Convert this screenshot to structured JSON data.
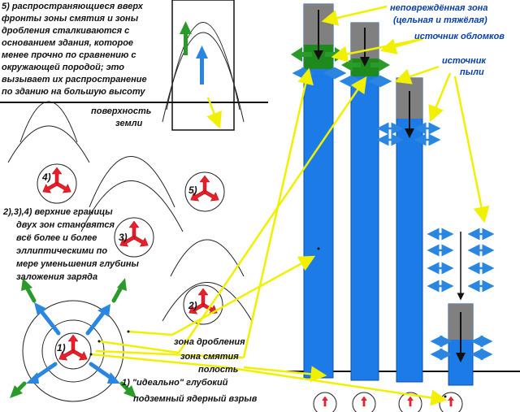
{
  "texts": {
    "stage5_note": [
      "5) распространяющиеся вверх",
      "фронты зоны смятия и зоны",
      "дробления сталкиваются с",
      "основанием здания, которое",
      "менее прочно по сравнению с",
      "окружающей породой; это",
      "вызывает их распространение",
      "по зданию на большую высоту"
    ],
    "surface": [
      "поверхность",
      "земли"
    ],
    "stages_note": [
      "2),3),4) верхние границы",
      "двух зон становятся",
      "всё более и более",
      "эллиптическими по",
      "мере уменьшения глубины",
      "заложения  заряда"
    ],
    "stage1_note": [
      "1)  \"идеально\" глубокий",
      "подземный ядерный взрыв"
    ],
    "zone_crush": "зона дробления",
    "zone_crumple": "зона смятия",
    "cavity": "полость",
    "intact_zone": [
      "неповреждённая зона",
      "(цельная и тяжёлая)"
    ],
    "debris_source": "источник обломков",
    "dust_source": [
      "источник",
      "пыли"
    ]
  },
  "stage_numbers": [
    "1)",
    "2)",
    "3)",
    "4)",
    "5)"
  ],
  "colors": {
    "column_blue": "#1d7be8",
    "column_gray": "#808080",
    "debris_green": "#1e8a1e",
    "arrow_red": "#e8202a",
    "arrow_blue": "#2a86e0",
    "arrow_green": "#2a9a2a",
    "leader_yellow": "#f0f000"
  },
  "icons": {
    "explosion": "three-red-arrows",
    "debris_arrow": "green-arrow",
    "dust_arrow": "blue-double-arrow"
  }
}
